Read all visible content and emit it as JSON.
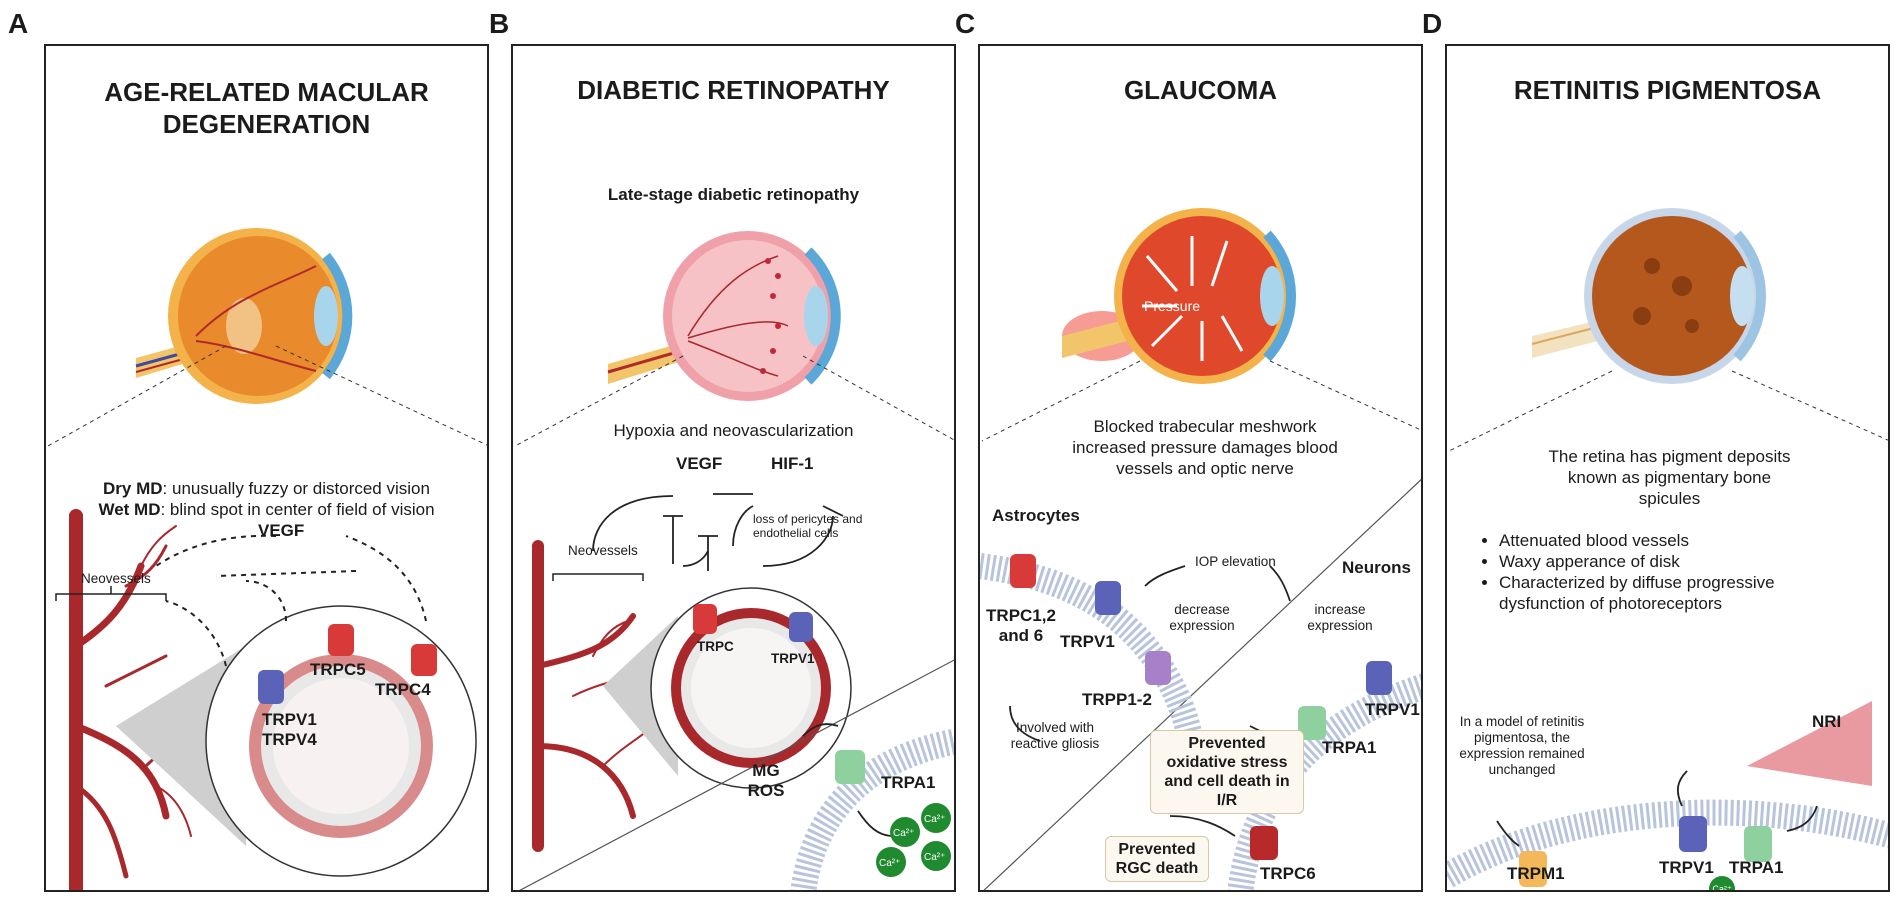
{
  "panels": {
    "A": {
      "letter": "A",
      "title": "AGE-RELATED MACULAR DEGENERATION",
      "dry_label": "Dry MD",
      "dry_text": ": unusually fuzzy or distorced vision",
      "wet_label": "Wet MD",
      "wet_text": ": blind spot in center of field of vision",
      "vegf": "VEGF",
      "neovessels": "Neovessels",
      "trpc5": "TRPC5",
      "trpc4": "TRPC4",
      "trpv1": "TRPV1",
      "trpv4": "TRPV4"
    },
    "B": {
      "letter": "B",
      "title": "DIABETIC RETINOPATHY",
      "subtitle": "Late-stage diabetic retinopathy",
      "hypoxia": "Hypoxia and neovascularization",
      "vegf": "VEGF",
      "hif1": "HIF-1",
      "pericytes": "loss of pericytes and endothelial cells",
      "neovessels": "Neovessels",
      "trpc": "TRPC",
      "trpv1": "TRPV1",
      "mg_ros": "MG ROS",
      "trpa1": "TRPA1",
      "ca": "Ca²⁺"
    },
    "C": {
      "letter": "C",
      "title": "GLAUCOMA",
      "pressure": "Pressure",
      "desc": "Blocked trabecular meshwork increased pressure damages blood vessels and optic nerve",
      "astrocytes": "Astrocytes",
      "neurons": "Neurons",
      "iop": "IOP elevation",
      "decrease": "decrease expression",
      "increase": "increase expression",
      "trpc126": "TRPC1,2 and 6",
      "trpv1_a": "TRPV1",
      "trpp12": "TRPP1-2",
      "gliosis": "Involved with reactive gliosis",
      "prevented_ox": "Prevented oxidative stress and cell death in I/R",
      "trpv1_n": "TRPV1",
      "trpa1": "TRPA1",
      "prevented_rgc": "Prevented RGC death",
      "trpc6": "TRPC6"
    },
    "D": {
      "letter": "D",
      "title": "RETINITIS PIGMENTOSA",
      "desc": "The retina has pigment deposits known as pigmentary bone spicules",
      "bullets": [
        "Attenuated blood vessels",
        "Waxy apperance of disk",
        "Characterized by diffuse progressive dysfunction of photoreceptors"
      ],
      "model_note": "In a model of retinitis pigmentosa, the expression remained unchanged",
      "nri": "NRI",
      "trpv1": "TRPV1",
      "trpa1": "TRPA1",
      "trpm1": "TRPM1",
      "ca": "Ca²⁺"
    }
  },
  "colors": {
    "red_channel": "#d83a3a",
    "blue_channel": "#5b63b8",
    "green_channel": "#8fd19e",
    "purple_channel": "#a87fc9",
    "yellow_channel": "#f2b85a",
    "vessel": "#a9282c",
    "ca_green": "#1f8a2e",
    "nri_pink": "#e89aa0"
  }
}
